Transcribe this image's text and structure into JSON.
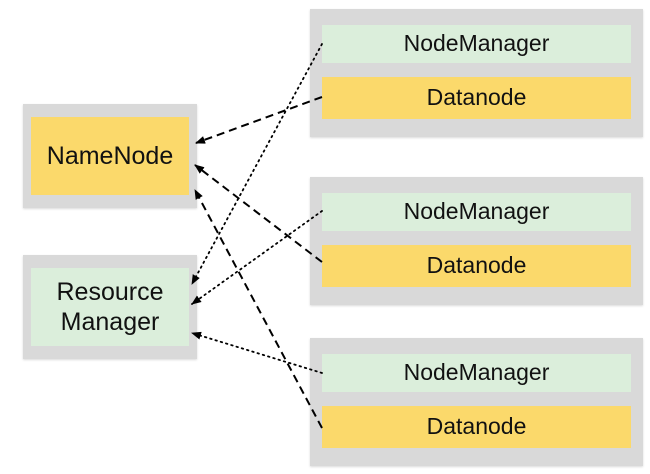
{
  "masters": {
    "namenode": {
      "label": "NameNode"
    },
    "resourcemanager": {
      "label": "Resource\nManager"
    }
  },
  "workers": [
    {
      "nodemanager": "NodeManager",
      "datanode": "Datanode"
    },
    {
      "nodemanager": "NodeManager",
      "datanode": "Datanode"
    },
    {
      "nodemanager": "NodeManager",
      "datanode": "Datanode"
    }
  ],
  "colors": {
    "host_background": "#d9d9d9",
    "yellow": "#fbd96b",
    "green": "#dbeedb",
    "edge": "#000000"
  },
  "edges": [
    {
      "from": "worker-1-datanode",
      "to": "namenode",
      "style": "dashed"
    },
    {
      "from": "worker-2-datanode",
      "to": "namenode",
      "style": "dashed"
    },
    {
      "from": "worker-3-datanode",
      "to": "namenode",
      "style": "dashed"
    },
    {
      "from": "worker-1-nodemanager",
      "to": "resourcemanager",
      "style": "dotted"
    },
    {
      "from": "worker-2-nodemanager",
      "to": "resourcemanager",
      "style": "dotted"
    },
    {
      "from": "worker-3-nodemanager",
      "to": "resourcemanager",
      "style": "dotted"
    }
  ]
}
